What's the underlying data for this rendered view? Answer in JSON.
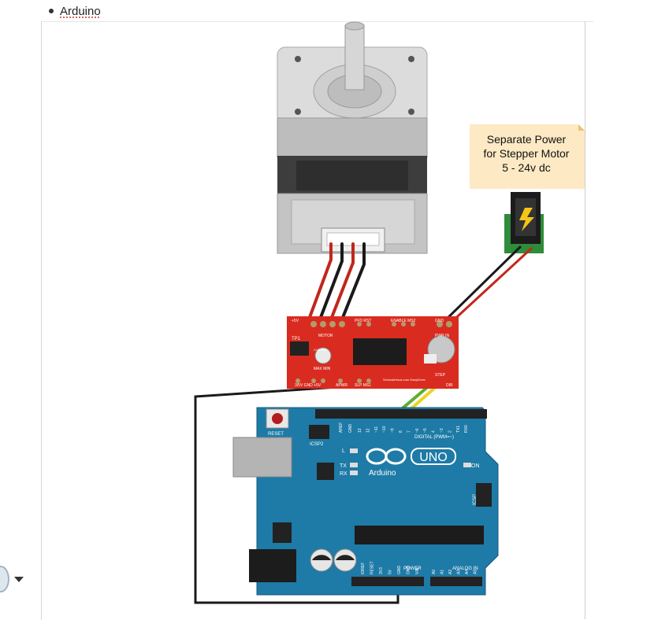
{
  "list": {
    "items": [
      {
        "label": "Arduino"
      }
    ]
  },
  "note": {
    "line1": "Separate Power",
    "line2": "for Stepper Motor",
    "line3": "5 - 24v dc"
  },
  "driver": {
    "label_5v": "+5V",
    "label_motor": "MOTOR",
    "label_pfd_rst": "PFD RST",
    "label_enable_ms2": "ENABLE MS2",
    "label_gnd": "GND",
    "label_pwr_in": "PWR IN",
    "label_tp1": "TP1",
    "label_cur_adj": "CUR ADJ",
    "label_max_min": "MAX   MIN",
    "label_bottom_left": "3/5V   GND +5V",
    "label_apwr": "APWR",
    "label_slp_ms1": "SLP MS1",
    "label_credit": "SchmalzHaus.com EasyDriver",
    "label_step": "STEP",
    "label_dir": "DIR"
  },
  "arduino": {
    "reset": "RESET",
    "icsp2": "ICSP2",
    "icsp": "ICSP",
    "l": "L",
    "tx": "TX",
    "rx": "RX",
    "on": "ON",
    "uno": "UNO",
    "brand": "Arduino",
    "digital": "DIGITAL (PWM=~)",
    "power": "POWER",
    "analog_in": "ANALOG IN",
    "aref": "AREF",
    "gnd": "GND",
    "pins_digital": [
      "13",
      "12",
      "~11",
      "~10",
      "~9",
      "8",
      "7",
      "~6",
      "~5",
      "4",
      "~3",
      "2",
      "TX1",
      "RX0"
    ],
    "pins_power": [
      "IOREF",
      "RESET",
      "3V3",
      "5V",
      "GND",
      "GND",
      "VIN"
    ],
    "pins_analog": [
      "A0",
      "A1",
      "A2",
      "A3",
      "A4",
      "A5"
    ]
  },
  "colors": {
    "driver_red": "#d92b1f",
    "arduino_teal": "#1e7aa6",
    "note_bg": "#fde9c4",
    "wire_black": "#1a1a1a",
    "wire_red": "#c1271b",
    "wire_green": "#5fae2f",
    "wire_yellow": "#e9d521"
  }
}
